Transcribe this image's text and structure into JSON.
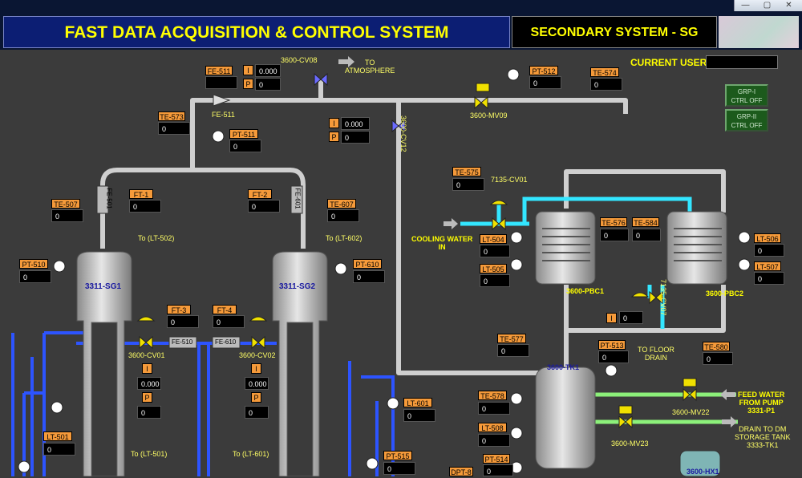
{
  "window": {
    "min": "—",
    "max": "▢",
    "close": "✕"
  },
  "header": {
    "title": "FAST DATA ACQUISITION & CONTROL SYSTEM",
    "subtitle": "SECONDARY SYSTEM - SG",
    "current_user_label": "CURRENT USER",
    "current_user_value": ""
  },
  "buttons": {
    "grp1_line1": "GRP-I",
    "grp1_line2": "CTRL OFF",
    "grp2_line1": "GRP-II",
    "grp2_line2": "CTRL OFF"
  },
  "instruments": [
    {
      "id": "fe511",
      "tag": "FE-511",
      "value": ""
    },
    {
      "id": "te573",
      "tag": "TE-573",
      "value": "0"
    },
    {
      "id": "pt511",
      "tag": "PT-511",
      "value": "0"
    },
    {
      "id": "te507",
      "tag": "TE-507",
      "value": "0"
    },
    {
      "id": "ft1",
      "tag": "FT-1",
      "value": "0"
    },
    {
      "id": "ft2",
      "tag": "FT-2",
      "value": "0"
    },
    {
      "id": "te607",
      "tag": "TE-607",
      "value": "0"
    },
    {
      "id": "pt510",
      "tag": "PT-510",
      "value": "0"
    },
    {
      "id": "pt610",
      "tag": "PT-610",
      "value": "0"
    },
    {
      "id": "ft3",
      "tag": "FT-3",
      "value": "0"
    },
    {
      "id": "ft4",
      "tag": "FT-4",
      "value": "0"
    },
    {
      "id": "lt501",
      "tag": "LT-501",
      "value": "0"
    },
    {
      "id": "lt601",
      "tag": "LT-601",
      "value": "0"
    },
    {
      "id": "pt515",
      "tag": "PT-515",
      "value": "0"
    },
    {
      "id": "pt512",
      "tag": "PT-512",
      "value": "0"
    },
    {
      "id": "te574",
      "tag": "TE-574",
      "value": "0"
    },
    {
      "id": "te575",
      "tag": "TE-575",
      "value": "0"
    },
    {
      "id": "lt504",
      "tag": "LT-504",
      "value": "0"
    },
    {
      "id": "lt505",
      "tag": "LT-505",
      "value": "0"
    },
    {
      "id": "te576",
      "tag": "TE-576",
      "value": "0"
    },
    {
      "id": "te584",
      "tag": "TE-584",
      "value": "0"
    },
    {
      "id": "lt506",
      "tag": "LT-506",
      "value": "0"
    },
    {
      "id": "lt507",
      "tag": "LT-507",
      "value": "0"
    },
    {
      "id": "te577",
      "tag": "TE-577",
      "value": "0"
    },
    {
      "id": "pt513",
      "tag": "PT-513",
      "value": "0"
    },
    {
      "id": "te580",
      "tag": "TE-580",
      "value": "0"
    },
    {
      "id": "te578",
      "tag": "TE-578",
      "value": "0"
    },
    {
      "id": "lt508",
      "tag": "LT-508",
      "value": "0"
    },
    {
      "id": "pt514",
      "tag": "PT-514",
      "value": "0"
    },
    {
      "id": "dpt8",
      "tag": "DPT-8",
      "value": ""
    }
  ],
  "valves": {
    "cv08": {
      "tag": "3600-CV08",
      "i": "0.000",
      "p": "0"
    },
    "cv12": {
      "tag": "3600-CV12",
      "i": "0.000",
      "p": "0"
    },
    "cv01": {
      "tag": "3600-CV01",
      "i": "0.000",
      "p": "0"
    },
    "cv02": {
      "tag": "3600-CV02",
      "i": "0.000",
      "p": "0"
    },
    "mv09": {
      "tag": "3600-MV09"
    },
    "cv7135_01": {
      "tag": "7135-CV01"
    },
    "cv7135_07": {
      "tag": "7135-CV07",
      "i": "0"
    },
    "mv22": {
      "tag": "3600-MV22"
    },
    "mv23": {
      "tag": "3600-MV23"
    }
  },
  "labels": {
    "to_atm": "TO\nATMOSPHERE",
    "to_lt502": "To (LT-502)",
    "to_lt602": "To (LT-602)",
    "to_lt501": "To (LT-501)",
    "to_lt601": "To (LT-601)",
    "cooling_water": "COOLING WATER\nIN",
    "to_floor_drain": "TO FLOOR\nDRAIN",
    "feed_water": "FEED WATER\nFROM PUMP\n3331-P1",
    "drain_dm": "DRAIN TO DM\nSTORAGE TANK\n3333-TK1",
    "sg1": "3311-SG1",
    "sg2": "3311-SG2",
    "pbc1": "3600-PBC1",
    "pbc2": "3600-PBC2",
    "tk1": "3600-TK1",
    "hx1": "3600-HX1",
    "fe501": "FE-501",
    "fe601": "FE-601",
    "fe510": "FE-510",
    "fe610": "FE-610",
    "fe511_lbl": "FE-511",
    "i": "I",
    "p": "P"
  }
}
